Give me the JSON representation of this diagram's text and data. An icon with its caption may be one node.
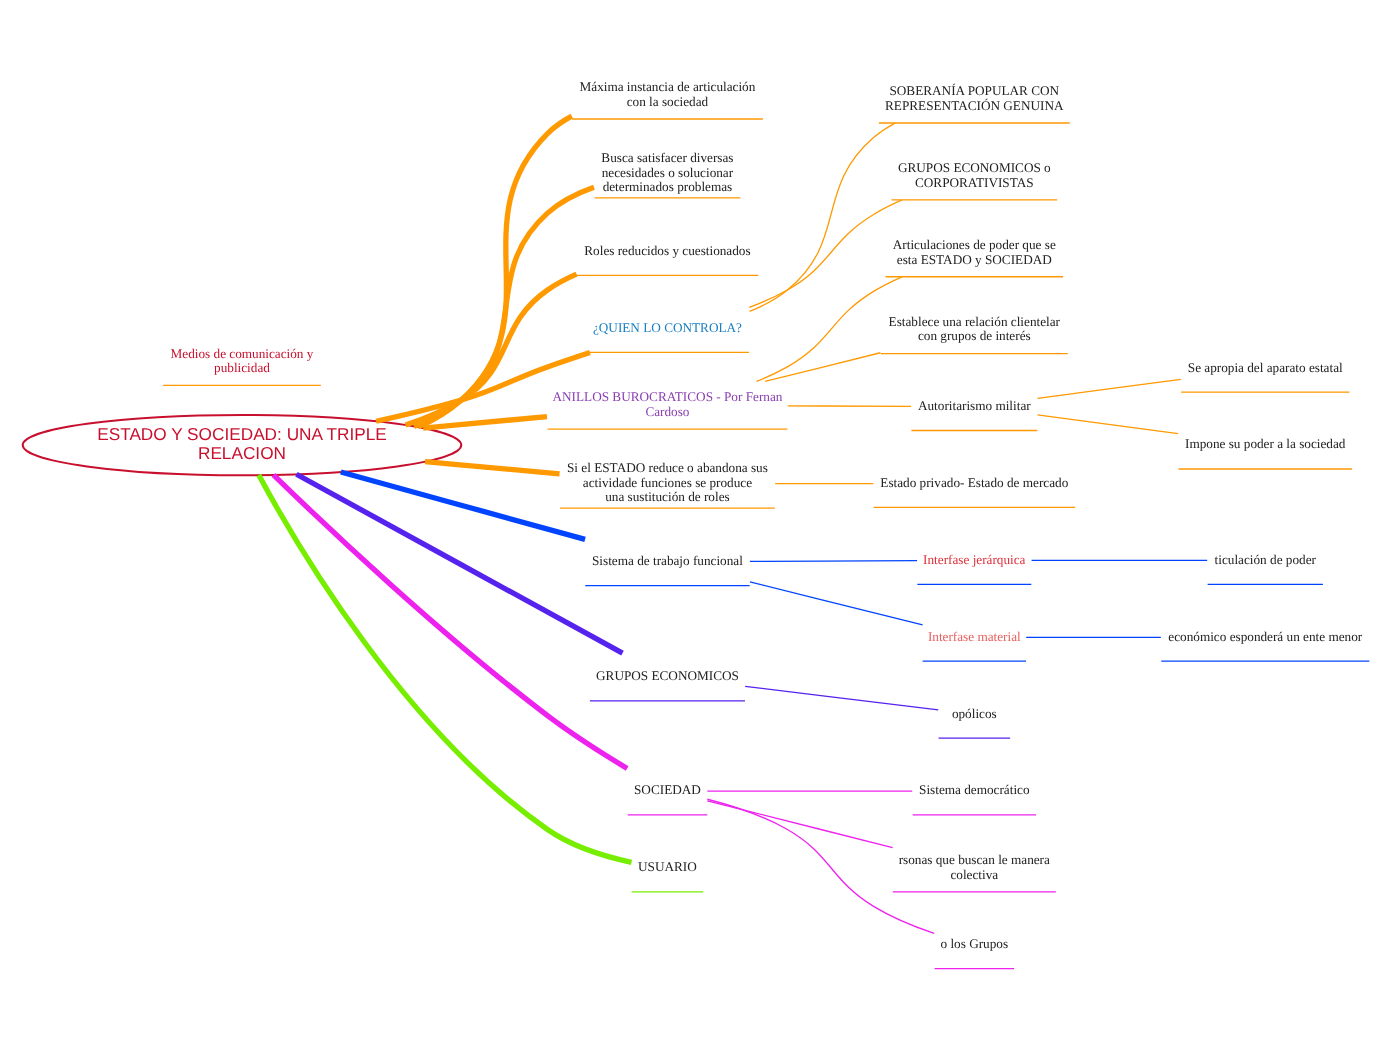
{
  "diagram": {
    "nodes": [
      {
        "text": [
          "ESTADO Y SOCIEDAD: UNA TRIPLE RELACION"
        ]
      },
      {
        "text": [
          "Máxima instancia de articulación con la sociedad"
        ]
      },
      {
        "text": [
          "Busca satisfacer diversas necesidades o solucionar determinados problemas"
        ]
      },
      {
        "text": [
          "Roles reducidos y cuestionados"
        ]
      },
      {
        "text": [
          "¿QUIEN LO CONTROLA?"
        ]
      },
      {
        "text": [
          "SOBERANÍA POPULAR CON REPRESENTACIÓN GENUINA"
        ]
      },
      {
        "text": [
          "GRUPOS ECONOMICOS o CORPORATIVISTAS"
        ]
      },
      {
        "text": [
          "ANILLOS BUROCRATICOS - Por Fernan Cardoso"
        ]
      },
      {
        "text": [
          "Articulaciones de poder que se esta ESTADO y SOCIEDAD"
        ]
      },
      {
        "text": [
          "Establece una relación clientelar con grupos de interés"
        ]
      },
      {
        "text": [
          "Autoritarismo militar"
        ]
      },
      {
        "text": [
          "Se apropia del aparato estatal"
        ]
      },
      {
        "text": [
          "Impone su poder a la sociedad"
        ]
      },
      {
        "text": [
          "Si el ESTADO reduce o abandona sus actividade funciones se produce una sustitución de roles"
        ]
      },
      {
        "text": [
          "Estado privado- Estado de mercado"
        ]
      },
      {
        "text": [
          "Sistema de trabajo funcional"
        ]
      },
      {
        "text": [
          "Interfase jerárquica"
        ]
      },
      {
        "text": [
          "ticulación de poder"
        ]
      },
      {
        "text": [
          "Interfase material"
        ]
      },
      {
        "text": [
          "económico esponderá un ente menor"
        ]
      },
      {
        "text": [
          "GRUPOS ECONOMICOS"
        ]
      },
      {
        "text": [
          "opólicos"
        ]
      },
      {
        "text": [
          "SOCIEDAD"
        ]
      },
      {
        "text": [
          "Sistema democrático"
        ]
      },
      {
        "text": [
          "rsonas que buscan le manera colectiva"
        ]
      },
      {
        "text": [
          "o los Grupos"
        ]
      },
      {
        "text": [
          "Medios de comunicación y publicidad"
        ]
      },
      {
        "text": [
          "USUARIO"
        ]
      }
    ],
    "edges": [
      {
        "from": 0,
        "to": 1,
        "arrow": "none",
        "style": "thick"
      },
      {
        "from": 0,
        "to": 2,
        "arrow": "none",
        "style": "thick"
      },
      {
        "from": 0,
        "to": 3,
        "arrow": "none",
        "style": "thick"
      },
      {
        "from": 0,
        "to": 4,
        "arrow": "none",
        "style": "thick"
      },
      {
        "from": 4,
        "to": 5,
        "arrow": "none"
      },
      {
        "from": 4,
        "to": 6,
        "arrow": "none"
      },
      {
        "from": 0,
        "to": 7,
        "arrow": "none",
        "style": "thick"
      },
      {
        "from": 7,
        "to": 8,
        "arrow": "none"
      },
      {
        "from": 7,
        "to": 9,
        "arrow": "none"
      },
      {
        "from": 7,
        "to": 10,
        "arrow": "none"
      },
      {
        "from": 10,
        "to": 11,
        "arrow": "none"
      },
      {
        "from": 10,
        "to": 12,
        "arrow": "none"
      },
      {
        "from": 0,
        "to": 13,
        "arrow": "none",
        "style": "thick"
      },
      {
        "from": 13,
        "to": 14,
        "arrow": "none"
      },
      {
        "from": 0,
        "to": 15,
        "arrow": "none",
        "style": "thick",
        "color": "#0044ff"
      },
      {
        "from": 15,
        "to": 16,
        "arrow": "none",
        "color": "#0044ff"
      },
      {
        "from": 16,
        "to": 17,
        "arrow": "none",
        "color": "#0044ff"
      },
      {
        "from": 15,
        "to": 18,
        "arrow": "none",
        "color": "#0044ff"
      },
      {
        "from": 18,
        "to": 19,
        "arrow": "none",
        "color": "#0044ff"
      },
      {
        "from": 0,
        "to": 20,
        "arrow": "none",
        "style": "thick",
        "color": "#5522ee"
      },
      {
        "from": 20,
        "to": 21,
        "arrow": "none",
        "color": "#5522ee"
      },
      {
        "from": 0,
        "to": 22,
        "arrow": "none",
        "style": "thick",
        "color": "#ee22ee"
      },
      {
        "from": 22,
        "to": 23,
        "arrow": "none",
        "color": "#ee22ee"
      },
      {
        "from": 22,
        "to": 24,
        "arrow": "none",
        "color": "#ee22ee"
      },
      {
        "from": 22,
        "to": 25,
        "arrow": "none",
        "color": "#ee22ee"
      },
      {
        "from": 0,
        "to": 27,
        "arrow": "none",
        "style": "thick",
        "color": "#77ee00"
      }
    ]
  }
}
